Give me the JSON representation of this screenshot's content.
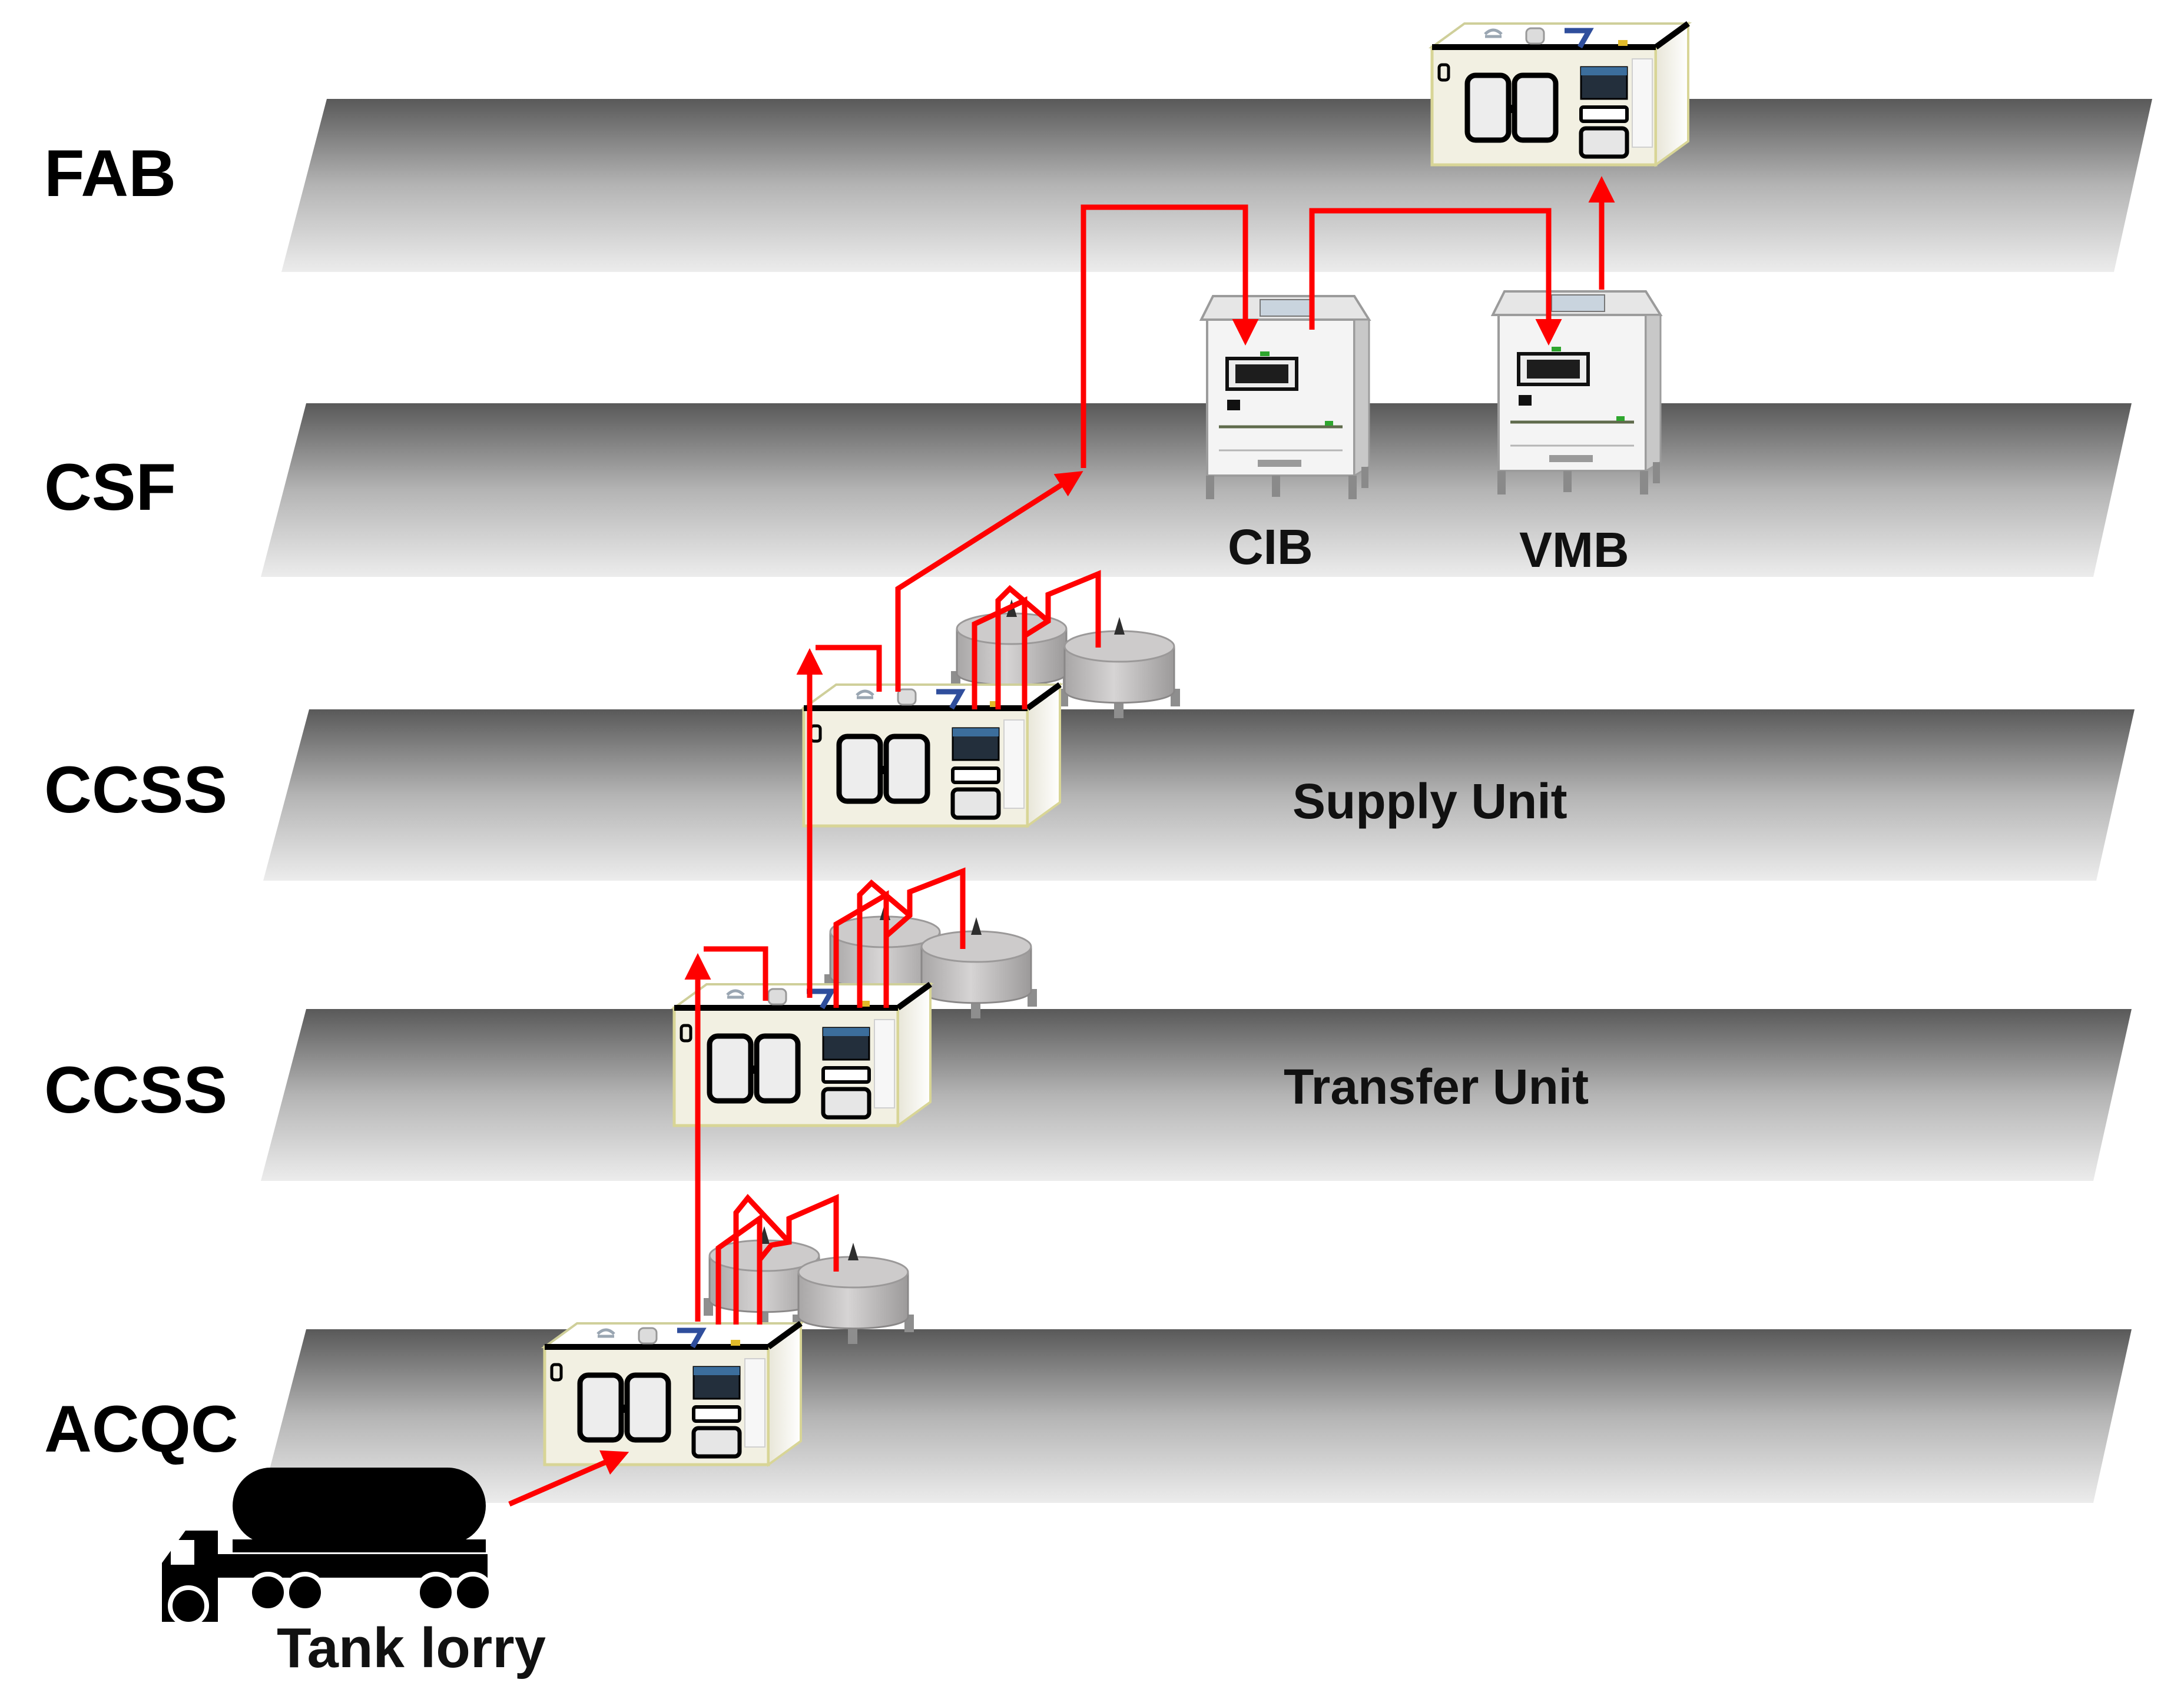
{
  "levels": [
    "FAB",
    "CSF",
    "CCSS",
    "CCSS",
    "ACQC"
  ],
  "unit_labels": {
    "cib": "CIB",
    "vmb": "VMB",
    "supply": "Supply Unit",
    "transfer": "Transfer Unit",
    "tank_lorry": "Tank lorry"
  },
  "colors": {
    "flow_line": "#ff0000",
    "floor_dark": "#5a5a5a",
    "floor_light": "#ebebeb",
    "tank": "#c8c6c6",
    "cabinet_body": "#f3f1e4"
  }
}
